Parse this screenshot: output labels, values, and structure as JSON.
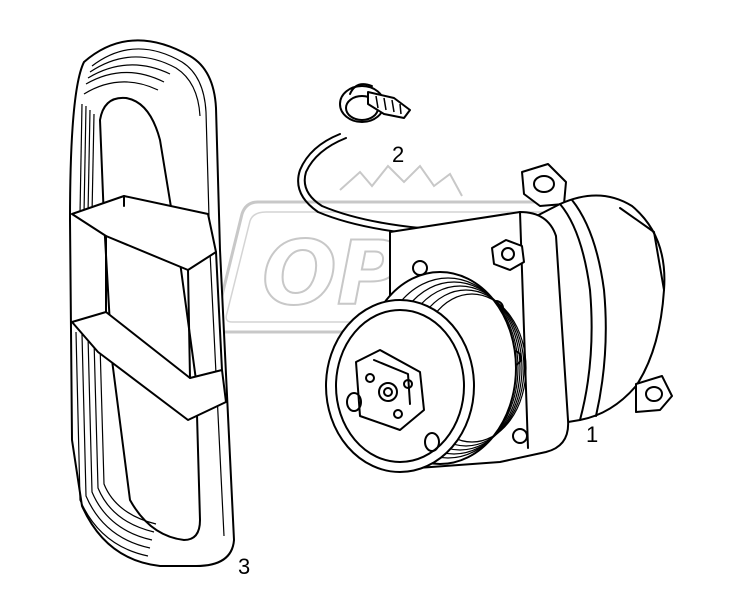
{
  "watermark": {
    "text": "OPEX"
  },
  "callouts": [
    {
      "id": "1",
      "label": "1"
    },
    {
      "id": "2",
      "label": "2"
    },
    {
      "id": "3",
      "label": "3"
    }
  ]
}
